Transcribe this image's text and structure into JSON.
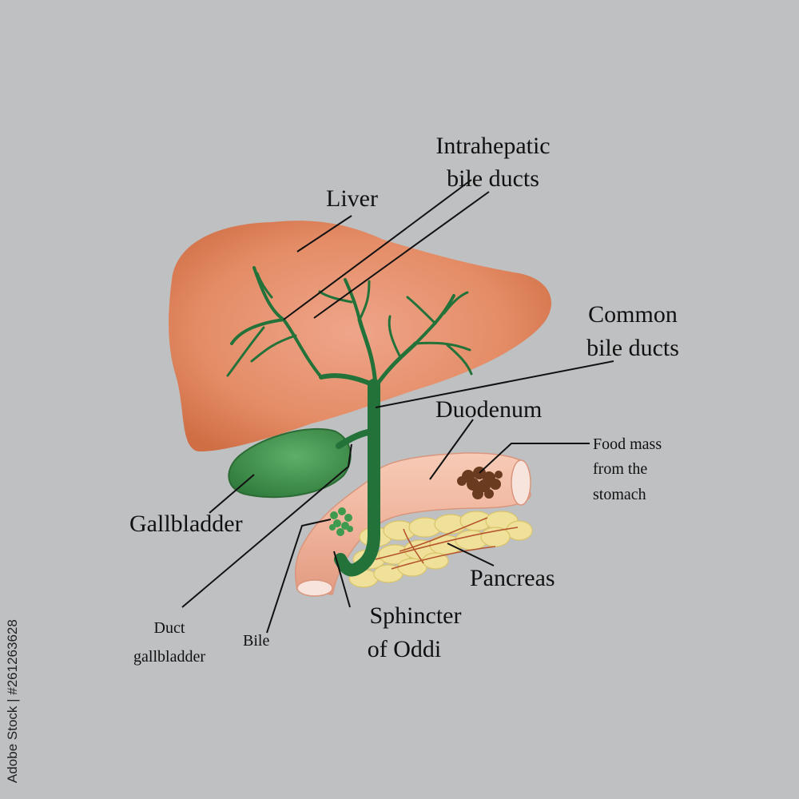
{
  "labels": {
    "liver": "Liver",
    "intrahepatic_line1": "Intrahepatic",
    "intrahepatic_line2": "bile ducts",
    "common_line1": "Common",
    "common_line2": "bile ducts",
    "duodenum": "Duodenum",
    "food_line1": "Food mass",
    "food_line2": "from the",
    "food_line3": "stomach",
    "gallbladder": "Gallbladder",
    "pancreas": "Pancreas",
    "duct_line1": "Duct",
    "duct_line2": "gallbladder",
    "bile": "Bile",
    "sphincter_line1": "Sphincter",
    "sphincter_line2": "of Oddi"
  },
  "watermark": "Adobe Stock",
  "stock_id": "Adobe Stock | #261263628",
  "colors": {
    "background": "#bfc0c2",
    "liver": "#e0875f",
    "gallbladder": "#3f8f4a",
    "bile_duct": "#22723a",
    "duodenum": "#f1b7a0",
    "pancreas": "#f1e4a0",
    "food_mass": "#6b3b1f"
  }
}
